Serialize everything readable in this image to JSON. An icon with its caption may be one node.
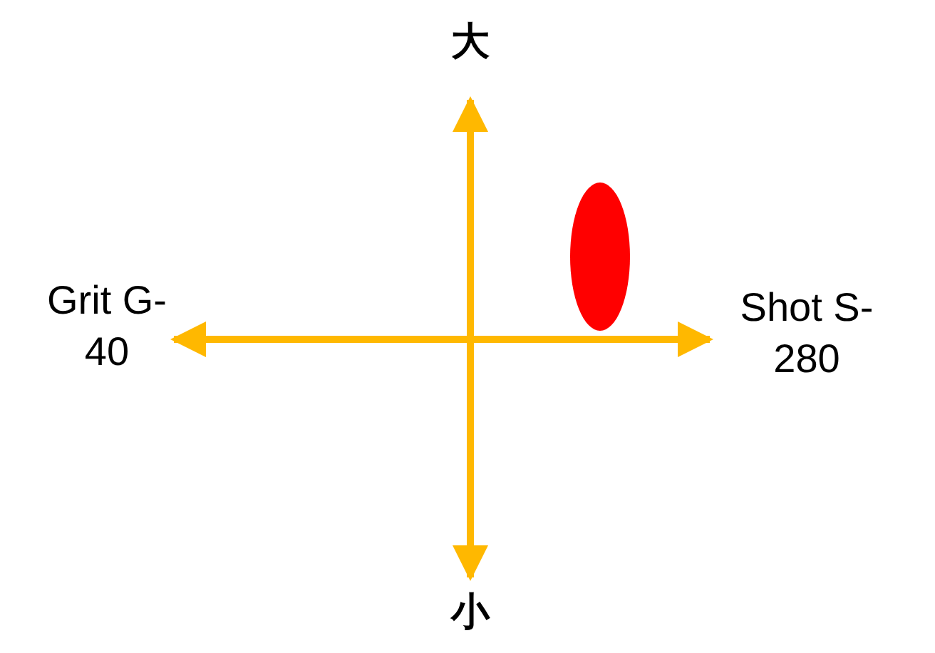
{
  "diagram": {
    "nodes": [
      {
        "text": [],
        "shape": "ellipse"
      }
    ],
    "labels": [
      "大",
      "Grit G-40",
      "Shot S-280",
      "小"
    ]
  }
}
